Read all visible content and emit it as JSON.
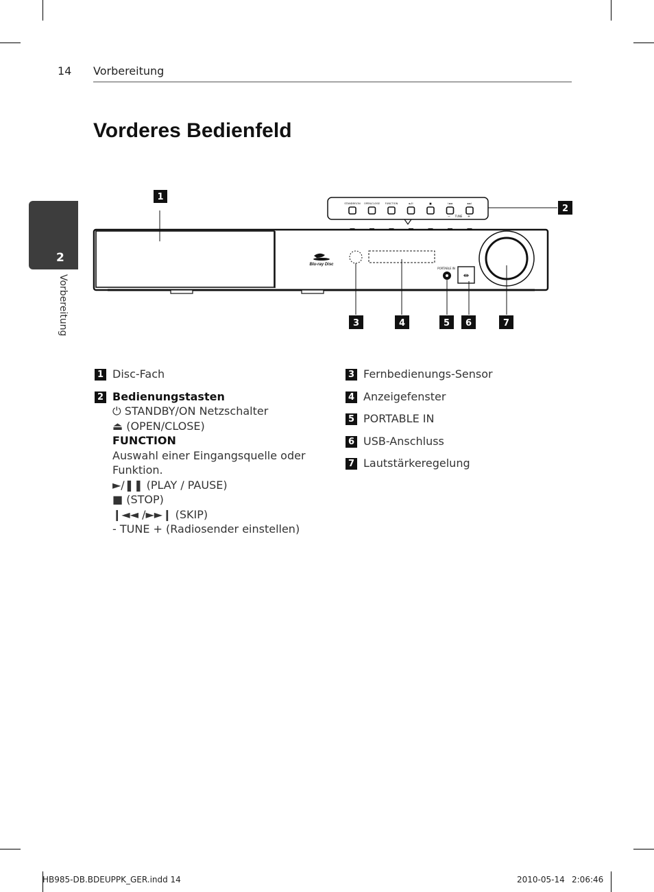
{
  "header": {
    "page_number": "14",
    "section": "Vorbereitung"
  },
  "title": "Vorderes Bedienfeld",
  "side_tab": {
    "number": "2",
    "label": "Vorbereitung"
  },
  "diagram": {
    "callouts": [
      "1",
      "2",
      "3",
      "4",
      "5",
      "6",
      "7"
    ],
    "button_labels": [
      "STANDBY/ON",
      "OPEN/CLOSE",
      "FUNCTION",
      "►/II",
      "■",
      "I◄◄",
      "►►I"
    ],
    "tune_label": "TUNE",
    "tune_minus": "−",
    "tune_plus": "+",
    "portable_label": "PORTABLE IN",
    "logo_text": "Blu-ray Disc"
  },
  "legend_left": [
    {
      "num": "1",
      "title": "Disc-Fach"
    },
    {
      "num": "2",
      "title": "Bedienungstasten",
      "lines": [
        {
          "text": "⏻ STANDBY/ON Netzschalter",
          "bold": false
        },
        {
          "text": "⏏ (OPEN/CLOSE)",
          "bold": false
        },
        {
          "text": "FUNCTION",
          "bold": true
        },
        {
          "text": "Auswahl einer Eingangsquelle oder Funktion.",
          "bold": false
        },
        {
          "text": "►/❚❚ (PLAY / PAUSE)",
          "bold": false
        },
        {
          "text": "■ (STOP)",
          "bold": false
        },
        {
          "text": "❙◄◄ /►►❙ (SKIP)",
          "bold": false
        },
        {
          "text": "- TUNE + (Radiosender einstellen)",
          "bold": false
        }
      ]
    }
  ],
  "legend_right": [
    {
      "num": "3",
      "title": "Fernbedienungs-Sensor"
    },
    {
      "num": "4",
      "title": "Anzeigefenster"
    },
    {
      "num": "5",
      "title": "PORTABLE IN"
    },
    {
      "num": "6",
      "title": "USB-Anschluss"
    },
    {
      "num": "7",
      "title": "Lautstärkeregelung"
    }
  ],
  "footer": {
    "file": "HB985-DB.BDEUPPK_GER.indd   14",
    "date": "2010-05-14",
    "time": "2:06:46"
  }
}
